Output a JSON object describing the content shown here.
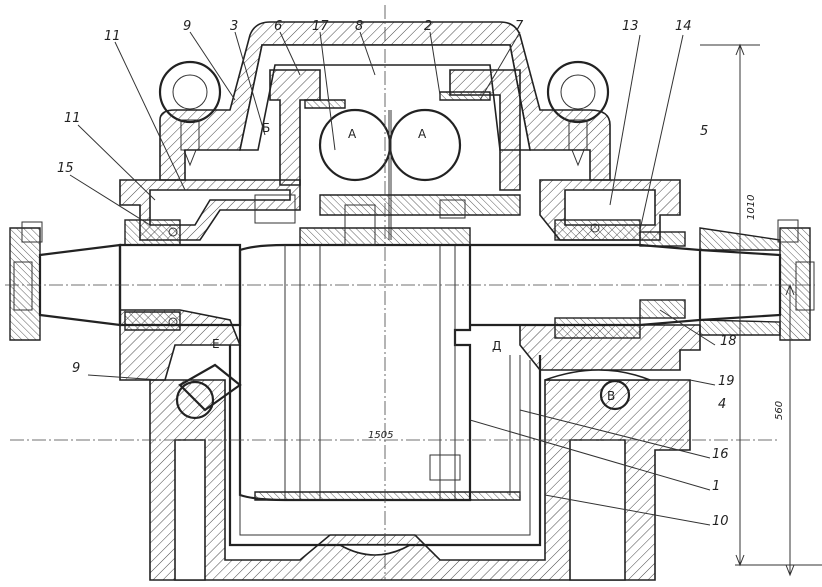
{
  "labels": {
    "l11a": "11",
    "l9a": "9",
    "l3": "3",
    "l6": "6",
    "l17": "17",
    "l8": "8",
    "l2": "2",
    "l7": "7",
    "l13": "13",
    "l14": "14",
    "l5": "5",
    "l11b": "11",
    "l15": "15",
    "l9b": "9",
    "l18": "18",
    "l19": "19",
    "l4": "4",
    "l16": "16",
    "l1": "1",
    "l10": "10"
  },
  "zones": {
    "a1": "А",
    "a2": "А",
    "b": "Б",
    "v": "В",
    "d": "Д",
    "e": "Е"
  },
  "dimensions": {
    "height_total": "1010",
    "height_axis": "560",
    "rotor_dia": "1505"
  }
}
